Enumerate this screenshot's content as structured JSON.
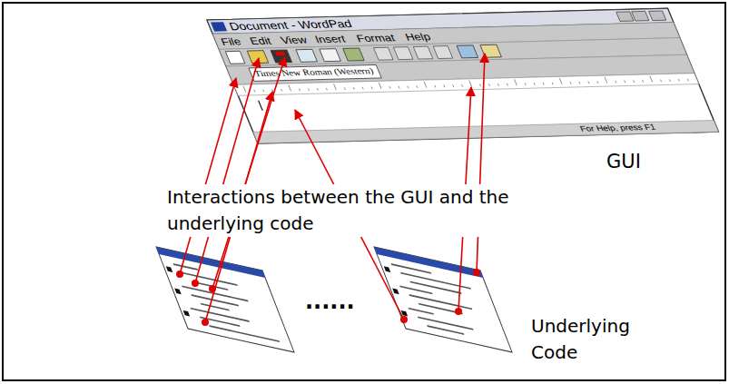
{
  "diagram": {
    "labels": [
      "Document - WordPad",
      "File",
      "Edit",
      "View",
      "Insert",
      "Format",
      "Help",
      "Times New Roman (Western)",
      "For Help, press F1",
      "GUI",
      "Interactions between the GUI and the underlying code",
      "......",
      "Underlying Code"
    ]
  }
}
